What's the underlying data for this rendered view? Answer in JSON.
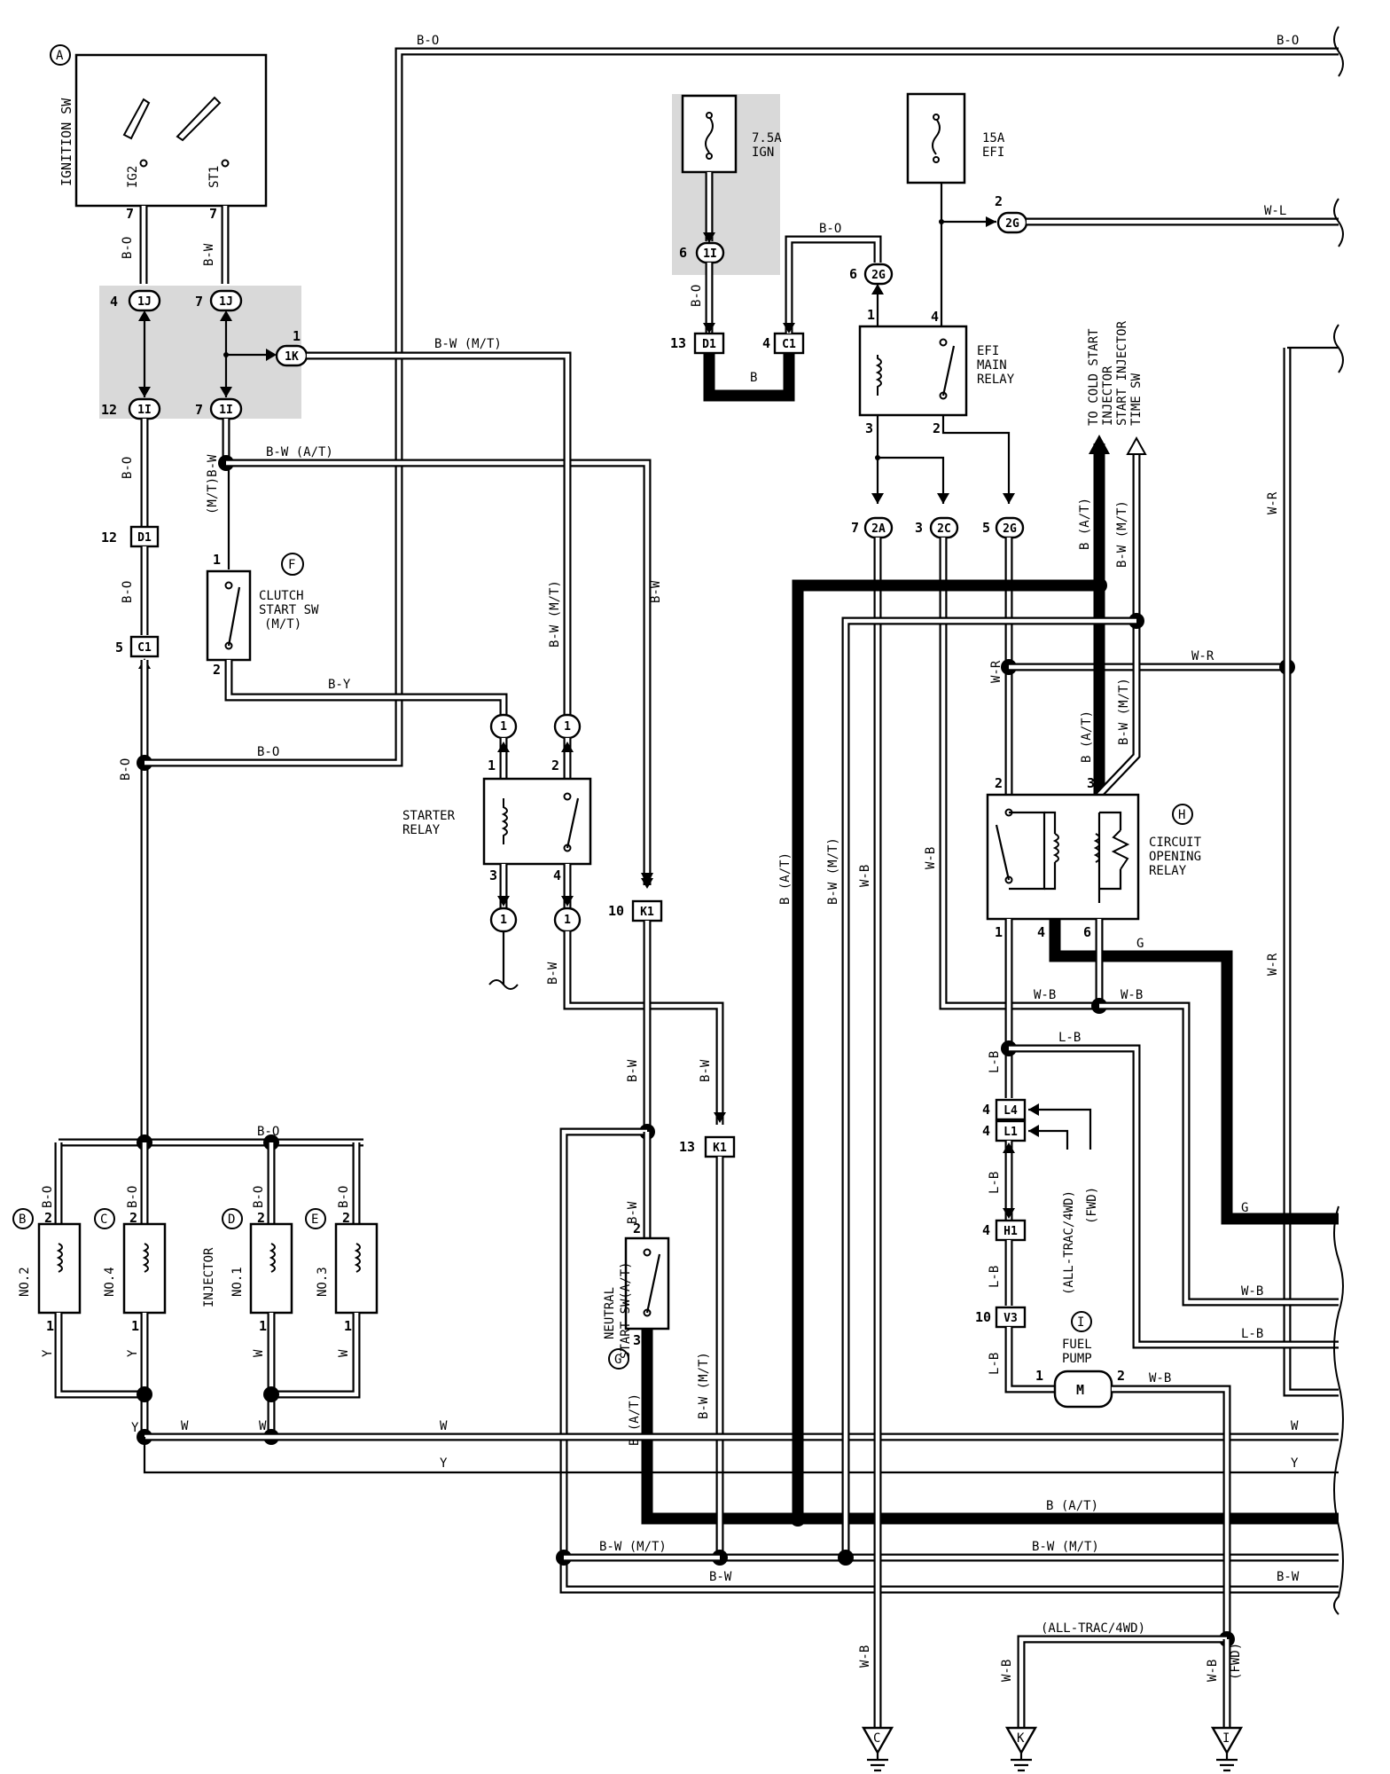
{
  "components": {
    "A": {
      "letter": "A",
      "label": "IGNITION SW",
      "pin_ig2": "IG2",
      "pin_st1": "ST1"
    },
    "B": {
      "letter": "B",
      "label": "NO.2"
    },
    "C": {
      "letter": "C",
      "label": "NO.4"
    },
    "D": {
      "letter": "D",
      "label": "NO.1"
    },
    "E": {
      "letter": "E",
      "label": "NO.3"
    },
    "injector_label": "INJECTOR",
    "F": {
      "letter": "F",
      "label1": "CLUTCH",
      "label2": "START SW",
      "label3": "(M/T)"
    },
    "G": {
      "letter": "G",
      "label1": "NEUTRAL",
      "label2": "START SW(A/T)"
    },
    "H": {
      "letter": "H",
      "label1": "CIRCUIT",
      "label2": "OPENING",
      "label3": "RELAY"
    },
    "I": {
      "letter": "I",
      "label1": "FUEL",
      "label2": "PUMP"
    },
    "starter_relay": {
      "label1": "STARTER",
      "label2": "RELAY"
    },
    "efi_main_relay": {
      "label1": "EFI",
      "label2": "MAIN",
      "label3": "RELAY"
    },
    "fuse_ign": {
      "rating": "7.5A",
      "name": "IGN"
    },
    "fuse_efi": {
      "rating": "15A",
      "name": "EFI"
    }
  },
  "notes": {
    "cold_start": [
      "TO COLD START",
      "INJECTOR",
      "START INJECTOR",
      "TIME SW"
    ]
  },
  "connectors": {
    "1J": "1J",
    "1I": "1I",
    "1K": "1K",
    "D1": "D1",
    "C1": "C1",
    "2G": "2G",
    "2A": "2A",
    "2C": "2C",
    "K1": "K1",
    "L4": "L4",
    "L1": "L1",
    "H1": "H1",
    "V3": "V3",
    "one": "1"
  },
  "wire_colors": {
    "BO": "B-O",
    "BW": "B-W",
    "BWMT": "B-W (M/T)",
    "BWAT": "B-W (A/T)",
    "BY": "B-Y",
    "B": "B",
    "BAT": "B (A/T)",
    "WL": "W-L",
    "WR": "W-R",
    "WB": "W-B",
    "LB": "L-B",
    "G": "G",
    "W": "W",
    "Y": "Y",
    "MTBW": "(M/T)B-W",
    "BWMT_v": "B-W (M/T)",
    "ALLTRAC": "(ALL-TRAC/4WD)",
    "ALLTRAC_v": "(ALL-TRAC/4WD)",
    "FWD": "(FWD)"
  },
  "grounds": {
    "C": "C",
    "K": "K",
    "I": "I"
  },
  "pins": {
    "p1": "1",
    "p2": "2",
    "p3": "3",
    "p4": "4",
    "p5": "5",
    "p6": "6",
    "p7": "7",
    "p10": "10",
    "p12": "12",
    "p13": "13"
  }
}
